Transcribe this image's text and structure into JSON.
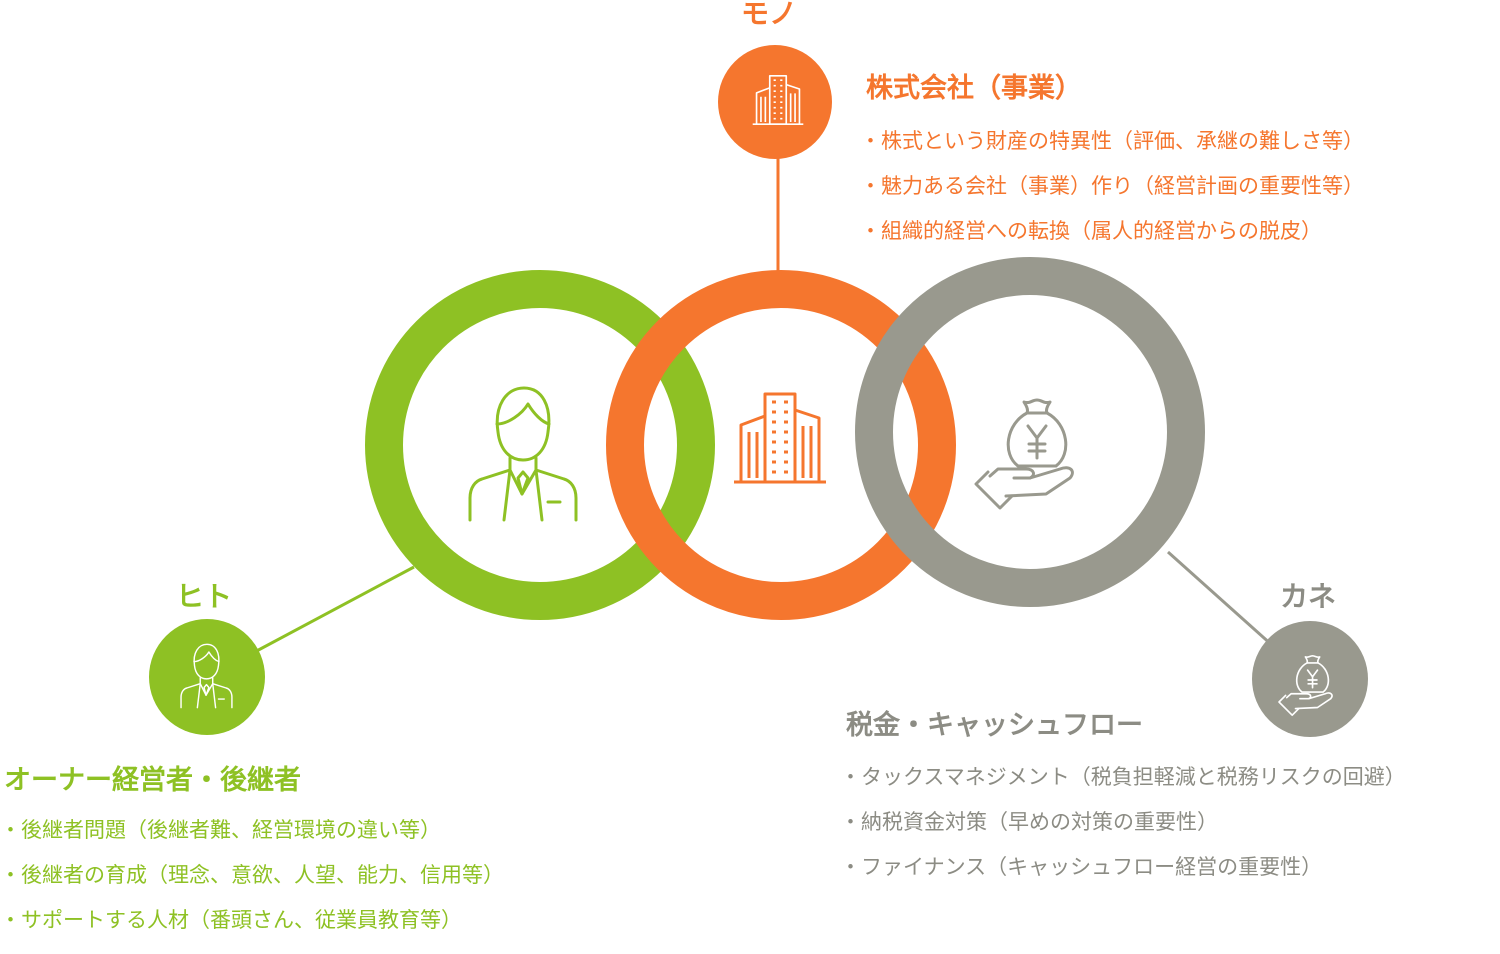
{
  "colors": {
    "green": "#8ec124",
    "orange": "#f5762e",
    "gray": "#99998e",
    "gray_text": "#8c8c84"
  },
  "mono": {
    "category": "モノ",
    "heading": "株式会社（事業）",
    "icon": "building-icon",
    "items": [
      "・株式という財産の特異性（評価、承継の難しさ等）",
      "・魅力ある会社（事業）作り（経営計画の重要性等）",
      "・組織的経営への転換（属人的経営からの脱皮）"
    ]
  },
  "hito": {
    "category": "ヒト",
    "heading": "オーナー経営者・後継者",
    "icon": "businessman-icon",
    "items": [
      "・後継者問題（後継者難、経営環境の違い等）",
      "・後継者の育成（理念、意欲、人望、能力、信用等）",
      "・サポートする人材（番頭さん、従業員教育等）"
    ]
  },
  "kane": {
    "category": "カネ",
    "heading": "税金・キャッシュフロー",
    "icon": "yen-money-bag-hand-icon",
    "currency_symbol": "¥",
    "items": [
      "・タックスマネジメント（税負担軽減と税務リスクの回避）",
      "・納税資金対策（早めの対策の重要性）",
      "・ファイナンス（キャッシュフロー経営の重要性）"
    ]
  }
}
